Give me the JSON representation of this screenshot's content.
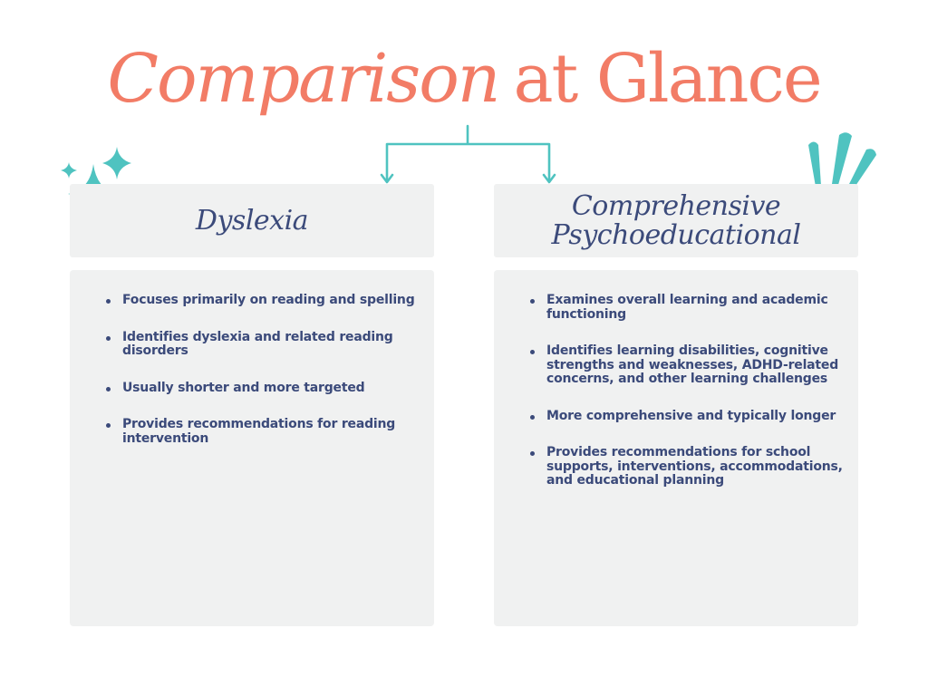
{
  "title": {
    "italic_part": "Comparison",
    "regular_part": "at Glance"
  },
  "colors": {
    "title": "#f27c66",
    "text": "#3b4a7a",
    "accent": "#4fc3c0",
    "panel": "#f0f1f1"
  },
  "left_column": {
    "heading": "Dyslexia",
    "items": [
      "Focuses primarily on reading and spelling",
      "Identifies dyslexia and related reading disorders",
      "Usually shorter and more targeted",
      "Provides recommendations for reading intervention"
    ]
  },
  "right_column": {
    "heading_line1": "Comprehensive",
    "heading_line2": "Psychoeducational",
    "items": [
      "Examines overall learning and academic functioning",
      "Identifies learning disabilities, cognitive strengths and weaknesses, ADHD-related concerns, and other learning challenges",
      "More comprehensive and typically longer",
      "Provides recommendations for school supports, interventions, accommodations, and educational planning"
    ]
  },
  "decorations": {
    "left": "sparkle-icon",
    "right": "exclamation-marks-icon",
    "connector": "branching-arrow"
  }
}
